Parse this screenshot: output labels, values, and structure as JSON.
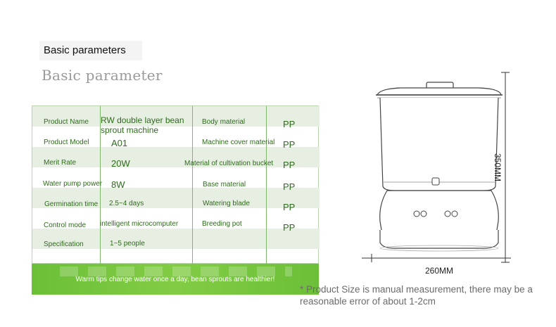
{
  "header": {
    "title": "Basic parameters",
    "subtitle": "Basic parameter"
  },
  "table": {
    "rows": [
      {
        "label1": "Product Name",
        "value1": "RW double layer bean sprout machine",
        "label2": "Body material",
        "value2": "PP"
      },
      {
        "label1": "Product Model",
        "value1": "A01",
        "label2": "Machine cover material",
        "value2": "PP"
      },
      {
        "label1": "Merit Rate",
        "value1": "20W",
        "label2": "Material of cultivation bucket",
        "value2": "PP"
      },
      {
        "label1": "Water pump power",
        "value1": "8W",
        "label2": "Base material",
        "value2": "PP"
      },
      {
        "label1": "Germination time",
        "value1": "2.5~4 days",
        "label2": "Watering blade",
        "value2": "PP"
      },
      {
        "label1": "Control mode",
        "value1": "intelligent microcomputer",
        "label2": "Breeding pot",
        "value2": "PP"
      },
      {
        "label1": "Specification",
        "value1": "1~5 people",
        "label2": "",
        "value2": ""
      }
    ]
  },
  "banner": {
    "text": "Warm tips change water once a day, bean sprouts are healthier!"
  },
  "product": {
    "width_label": "260MM",
    "height_label": "350MM"
  },
  "note": {
    "text": "* Product Size is manual measurement, there may be a reasonable error of about 1-2cm"
  },
  "colors": {
    "table_text": "#2f6b1c",
    "row_shade": "#e6efe2",
    "grid_line": "#7fb66b",
    "banner_green": "#75c43e"
  }
}
